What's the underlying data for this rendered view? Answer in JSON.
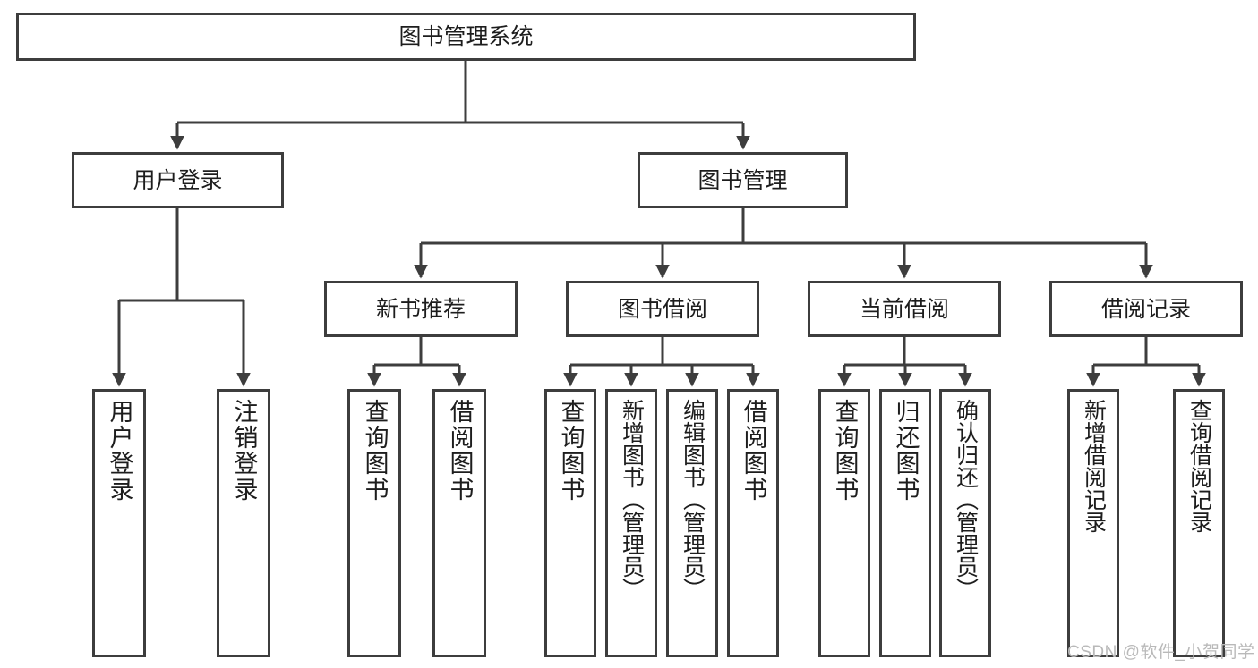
{
  "diagram": {
    "title": "图书管理系统",
    "type": "tree-hierarchy-diagram",
    "colors": {
      "stroke": "#3d3d3d",
      "box_fill": "#ffffff",
      "text": "#1d1d1d",
      "background": "#ffffff",
      "watermark": "#b9b9b9"
    },
    "root": {
      "label": "图书管理系统"
    },
    "level2": [
      {
        "label": "用户登录"
      },
      {
        "label": "图书管理"
      }
    ],
    "level3": [
      {
        "label": "新书推荐"
      },
      {
        "label": "图书借阅"
      },
      {
        "label": "当前借阅"
      },
      {
        "label": "借阅记录"
      }
    ],
    "leaves": {
      "user_login": [
        {
          "label": "用户登录"
        },
        {
          "label": "注销登录"
        }
      ],
      "new_book_recommend": [
        {
          "label": "查询图书"
        },
        {
          "label": "借阅图书"
        }
      ],
      "book_borrow": [
        {
          "label": "查询图书"
        },
        {
          "label": "新增图书（管理员）"
        },
        {
          "label": "编辑图书（管理员）"
        },
        {
          "label": "借阅图书"
        }
      ],
      "current_borrow": [
        {
          "label": "查询图书"
        },
        {
          "label": "归还图书"
        },
        {
          "label": "确认归还（管理员）"
        }
      ],
      "borrow_record": [
        {
          "label": "新增借阅记录"
        },
        {
          "label": "查询借阅记录"
        }
      ]
    },
    "watermark": "CSDN @软件_小贺同学"
  }
}
